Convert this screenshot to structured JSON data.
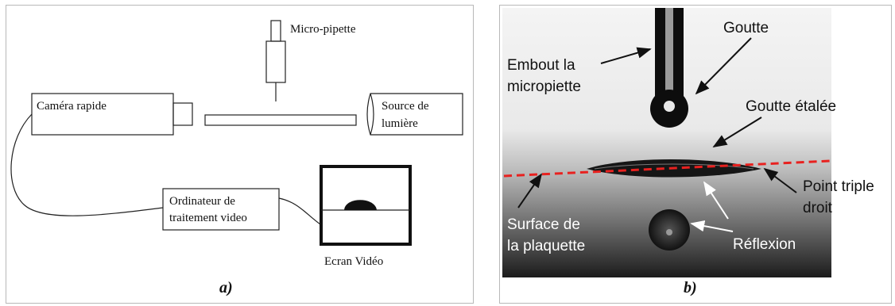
{
  "panel_a": {
    "letter": "a)",
    "labels": {
      "micropipette": "Micro-pipette",
      "camera": "Caméra rapide",
      "light_source_line1": "Source de",
      "light_source_line2": "lumière",
      "computer_line1": "Ordinateur de",
      "computer_line2": "traitement video",
      "screen": "Ecran Vidéo"
    }
  },
  "panel_b": {
    "letter": "b)",
    "colors": {
      "contact_line": "#e8211f",
      "background_top": "#f2f2f2",
      "background_bottom": "#1a1a1a"
    },
    "labels": {
      "tip_line1": "Embout la",
      "tip_line2": "micropiette",
      "drop": "Goutte",
      "spread_drop": "Goutte étalée",
      "triple_point_line1": "Point triple",
      "triple_point_line2": "droit",
      "surface_line1": "Surface de",
      "surface_line2": "la plaquette",
      "reflection": "Réflexion"
    }
  }
}
